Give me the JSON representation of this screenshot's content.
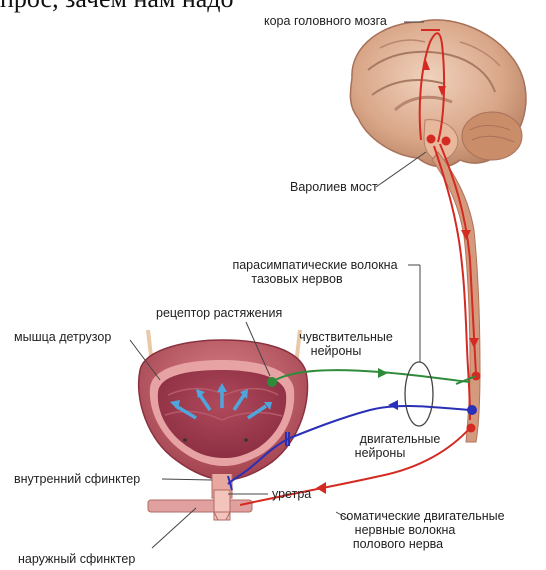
{
  "top_caption_fragment": "прос, зачем нам надо",
  "labels": {
    "cortex": "кора головного мозга",
    "pons": "Варолиев мост",
    "parasympathetic_line1": "парасимпатические волокна",
    "parasympathetic_line2": "тазовых нервов",
    "stretch_receptor": "рецептор растяжения",
    "detrusor": "мышца детрузор",
    "sensory_line1": "чувствительные",
    "sensory_line2": "нейроны",
    "motor_line1": "двигательные",
    "motor_line2": "нейроны",
    "internal_sphincter": "внутренний сфинктер",
    "urethra": "уретра",
    "somatic_line1": "соматические двигательные",
    "somatic_line2": "нервные волокна",
    "somatic_line3": "полового нерва",
    "external_sphincter": "наружный сфинктер"
  },
  "colors": {
    "sensory_pathway": "#2e8b3a",
    "motor_pathway": "#2a2fb8",
    "cns_pathway": "#d42a22",
    "brain": "#c88a6a",
    "bladder": "#b5545f",
    "bladder_lining": "#e7a3a4",
    "contraction_arrows": "#4fa6dd"
  }
}
